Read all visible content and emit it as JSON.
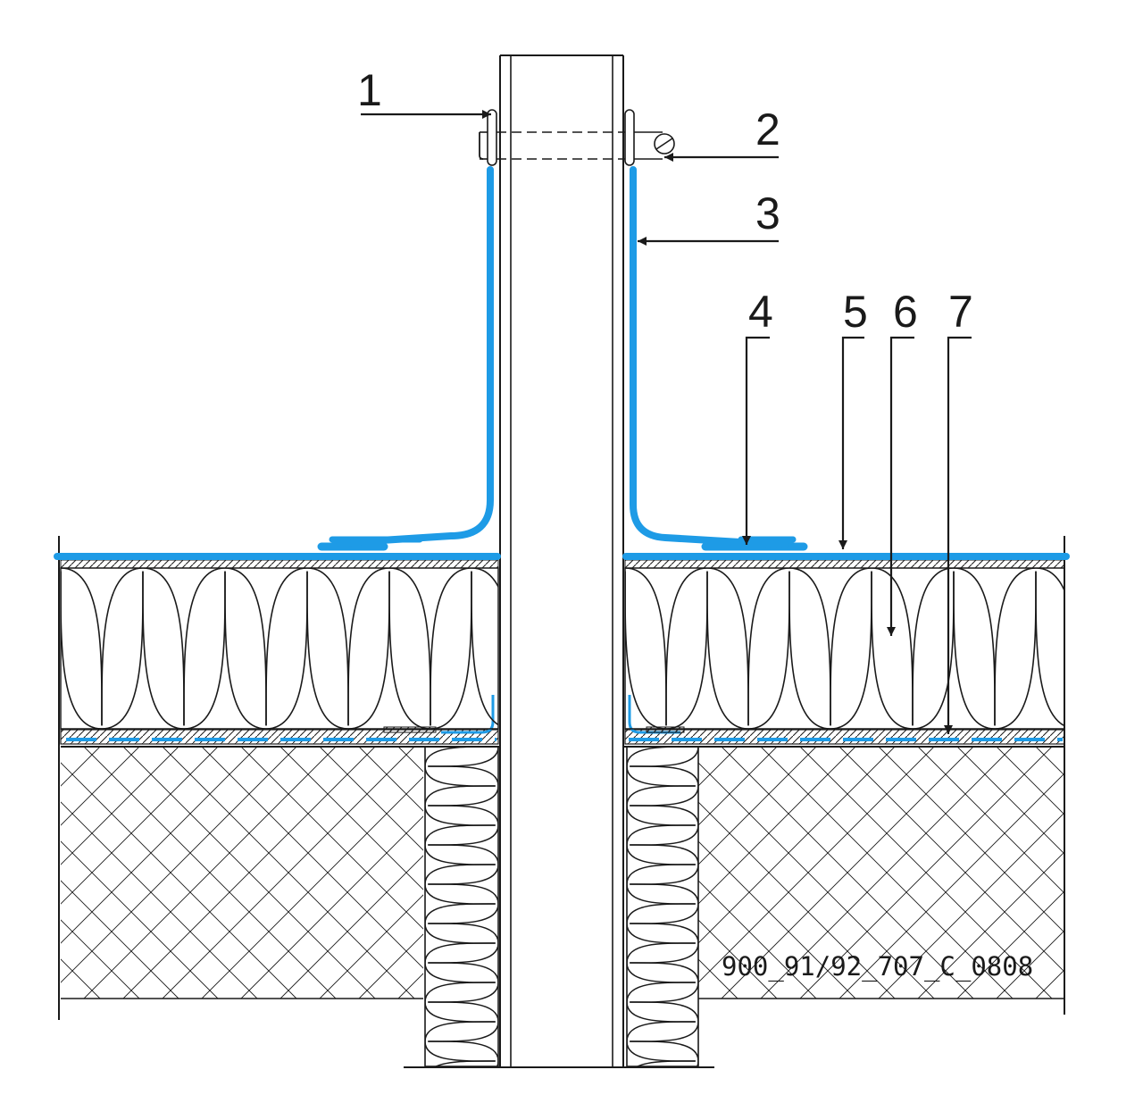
{
  "drawing": {
    "code": "900_91/92_707_C_0808",
    "membrane_color": "#1e9be6",
    "line_color": "#1a1a1a",
    "callouts": [
      {
        "id": "1",
        "label": "1"
      },
      {
        "id": "2",
        "label": "2"
      },
      {
        "id": "3",
        "label": "3"
      },
      {
        "id": "4",
        "label": "4"
      },
      {
        "id": "5",
        "label": "5"
      },
      {
        "id": "6",
        "label": "6"
      },
      {
        "id": "7",
        "label": "7"
      }
    ]
  }
}
